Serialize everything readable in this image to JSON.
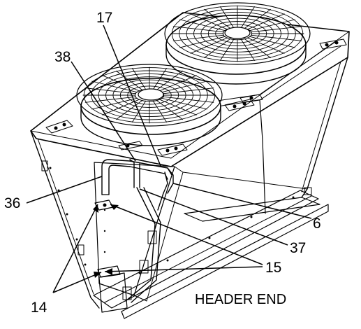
{
  "figure": {
    "callouts": {
      "c17": "17",
      "c38": "38",
      "c36": "36",
      "c6": "6",
      "c37": "37",
      "c15": "15",
      "c14": "14"
    },
    "caption": "HEADER END"
  }
}
